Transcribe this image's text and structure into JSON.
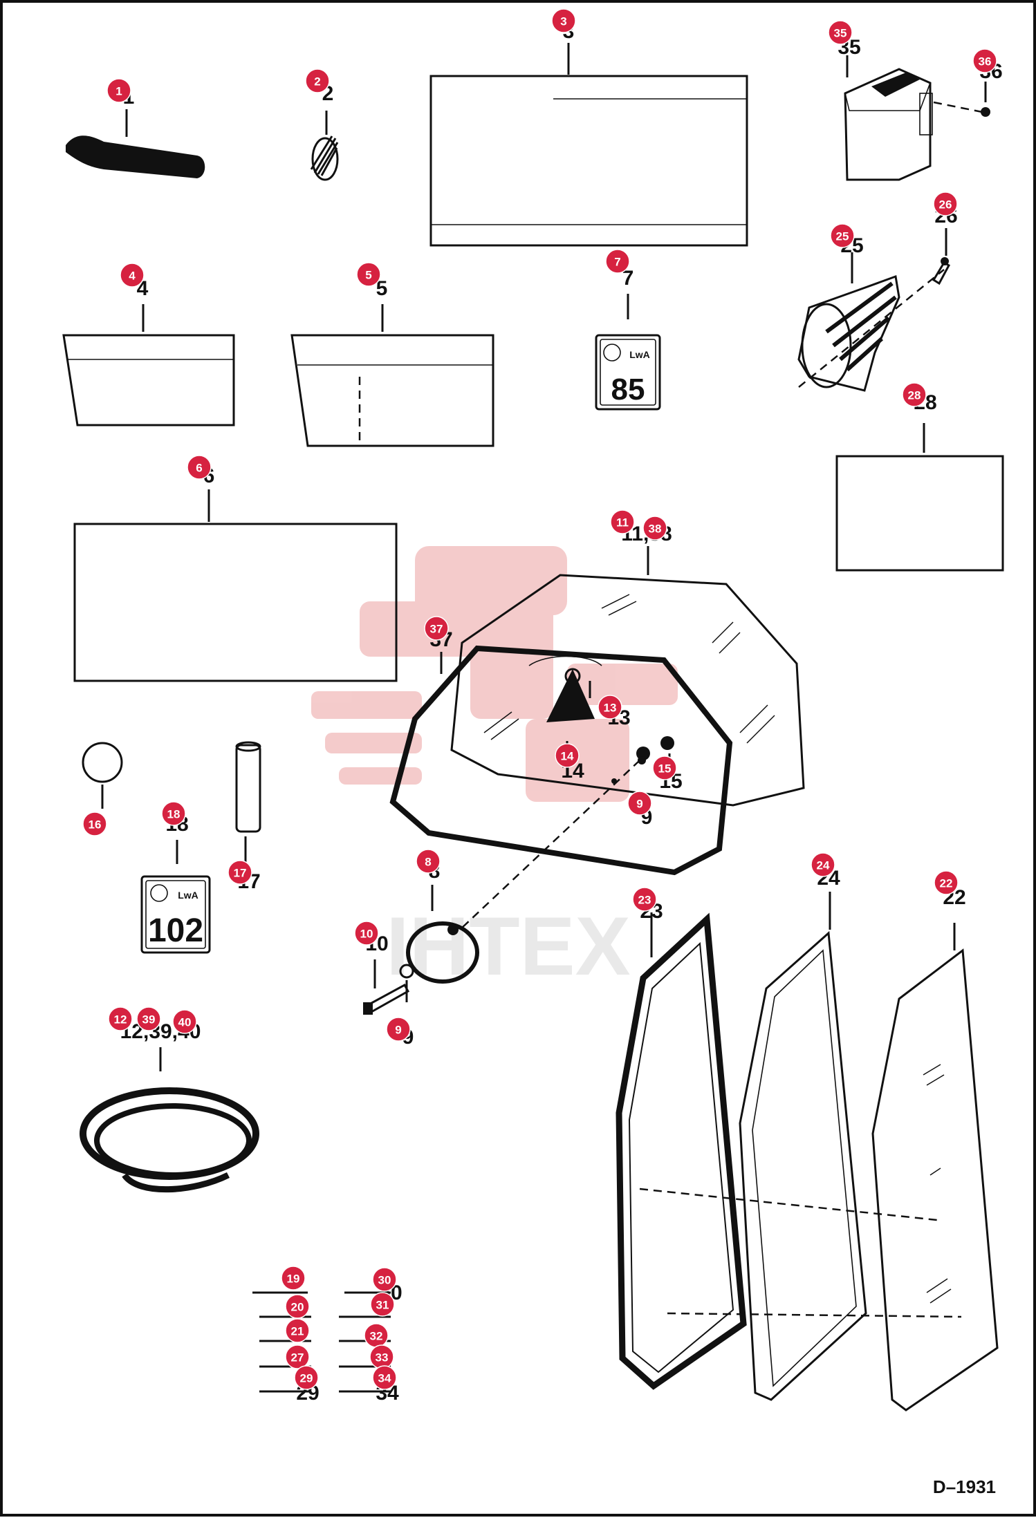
{
  "diagram": {
    "drawing_number": "D–1931",
    "watermark": "IHTEX",
    "callouts": [
      {
        "id": "c1",
        "label": "1"
      },
      {
        "id": "c2",
        "label": "2"
      },
      {
        "id": "c3",
        "label": "3"
      },
      {
        "id": "c4",
        "label": "4"
      },
      {
        "id": "c5",
        "label": "5"
      },
      {
        "id": "c6",
        "label": "6"
      },
      {
        "id": "c7",
        "label": "7"
      },
      {
        "id": "c8",
        "label": "8"
      },
      {
        "id": "c9a",
        "label": "9"
      },
      {
        "id": "c9b",
        "label": "9"
      },
      {
        "id": "c10",
        "label": "10"
      },
      {
        "id": "c11",
        "label": "11"
      },
      {
        "id": "c12",
        "label": "12"
      },
      {
        "id": "c13",
        "label": "13"
      },
      {
        "id": "c14",
        "label": "14"
      },
      {
        "id": "c15",
        "label": "15"
      },
      {
        "id": "c16",
        "label": "16"
      },
      {
        "id": "c17",
        "label": "17"
      },
      {
        "id": "c18",
        "label": "18"
      },
      {
        "id": "c19",
        "label": "19"
      },
      {
        "id": "c20",
        "label": "20"
      },
      {
        "id": "c21",
        "label": "21"
      },
      {
        "id": "c22",
        "label": "22"
      },
      {
        "id": "c23",
        "label": "23"
      },
      {
        "id": "c24",
        "label": "24"
      },
      {
        "id": "c25",
        "label": "25"
      },
      {
        "id": "c26",
        "label": "26"
      },
      {
        "id": "c27",
        "label": "27"
      },
      {
        "id": "c28",
        "label": "28"
      },
      {
        "id": "c29",
        "label": "29"
      },
      {
        "id": "c30",
        "label": "30"
      },
      {
        "id": "c31",
        "label": "31"
      },
      {
        "id": "c32",
        "label": "32"
      },
      {
        "id": "c33",
        "label": "33"
      },
      {
        "id": "c34",
        "label": "34"
      },
      {
        "id": "c35",
        "label": "35"
      },
      {
        "id": "c36",
        "label": "36"
      },
      {
        "id": "c37",
        "label": "37"
      },
      {
        "id": "c38",
        "label": "38"
      },
      {
        "id": "c39",
        "label": "39"
      },
      {
        "id": "c40",
        "label": "40"
      }
    ],
    "printed_labels": {
      "p3": "3",
      "p4": "4",
      "p5": "5",
      "p6": "6",
      "p7": "7",
      "p8": "8",
      "p9a": "9",
      "p9b": "9",
      "p10": "10",
      "p13": "13",
      "p14": "14",
      "p15": "15",
      "p17": "17",
      "p18": "18",
      "p22": "22",
      "p23": "23",
      "p24": "24",
      "p25": "25",
      "p26": "26",
      "p28": "28",
      "p30": "30",
      "p34": "34",
      "p35": "35",
      "p36": "36",
      "p37": "37",
      "p29": "29",
      "p11_38": "11,38",
      "p12_39_40": "12,39,40",
      "p2": "2",
      "p1": "1"
    },
    "decals": {
      "small": {
        "symbol": "LwA",
        "value": "85"
      },
      "large": {
        "symbol": "LwA",
        "value": "102"
      }
    },
    "colors": {
      "callout": "#d62240",
      "watermark": "#e0474c",
      "line": "#111111"
    }
  }
}
